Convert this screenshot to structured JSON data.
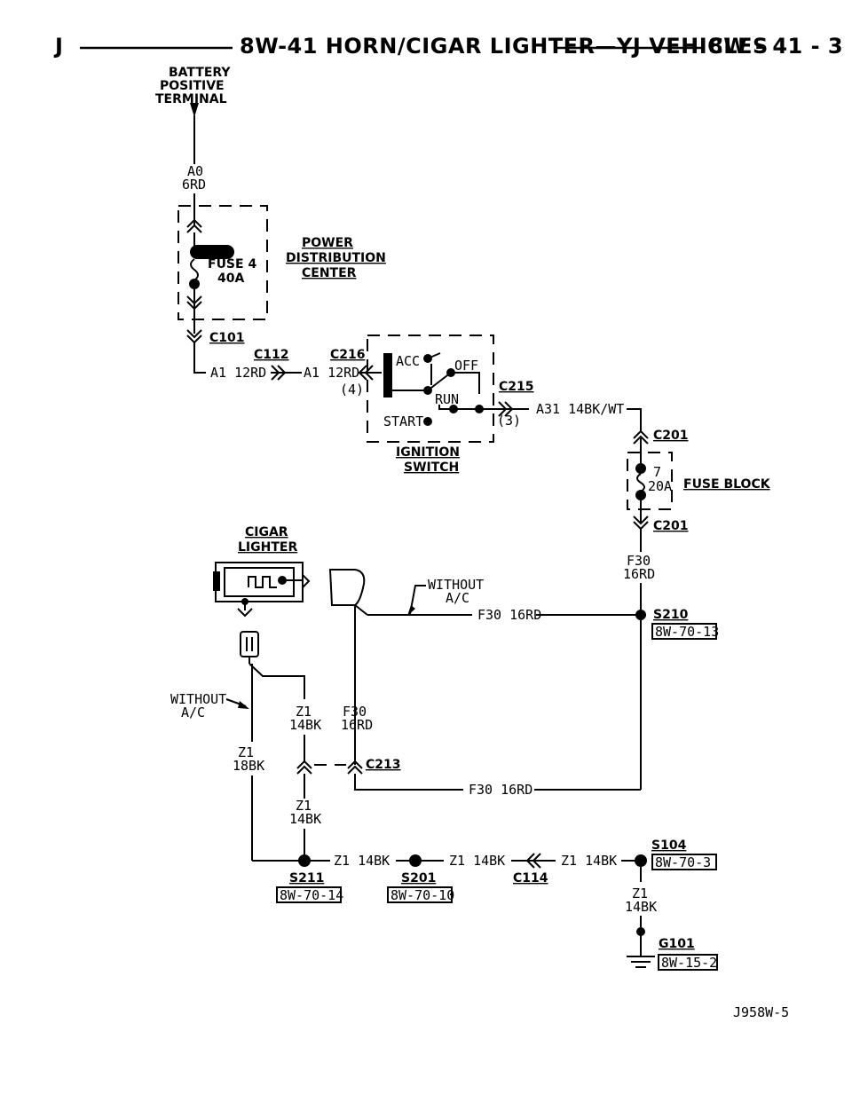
{
  "header": {
    "left": "J",
    "title": "8W-41 HORN/CIGAR LIGHTER—YJ VEHICLES",
    "right": "8W - 41 - 3"
  },
  "diagram": {
    "battery": [
      "BATTERY",
      "POSITIVE",
      "TERMINAL"
    ],
    "wire_a0": [
      "A0",
      "6RD"
    ],
    "fuse4": [
      "FUSE 4",
      "40A"
    ],
    "pdc": [
      "POWER",
      "DISTRIBUTION",
      "CENTER"
    ],
    "c101": "C101",
    "c112": "C112",
    "c216": "C216",
    "a1_left": "A1 12RD",
    "a1_right": "A1 12RD",
    "pin4": "(4)",
    "acc": "ACC",
    "off": "OFF",
    "run": "RUN",
    "start": "START",
    "c215": "C215",
    "pin3": "(3)",
    "a31": "A31 14BK/WT",
    "ignition": [
      "IGNITION",
      "SWITCH"
    ],
    "c201_top": "C201",
    "fuse7": [
      "7",
      "20A"
    ],
    "fuse_block": "FUSE BLOCK",
    "c201_bot": "C201",
    "f30_16rd_v": [
      "F30",
      "16RD"
    ],
    "cigar": [
      "CIGAR",
      "LIGHTER"
    ],
    "without_ac_top": [
      "WITHOUT",
      "A/C"
    ],
    "f30_16rd_top": "F30 16RD",
    "s210": "S210",
    "s210_ref": "8W-70-13",
    "without_ac_left": [
      "WITHOUT",
      "A/C"
    ],
    "z1_14bk_a": [
      "Z1",
      "14BK"
    ],
    "f30_16rd_mid": [
      "F30",
      "16RD"
    ],
    "z1_18bk": [
      "Z1",
      "18BK"
    ],
    "c213": "C213",
    "f30_16rd_bot": "F30 16RD",
    "z1_14bk_b": [
      "Z1",
      "14BK"
    ],
    "z1_14bk_h1": "Z1 14BK",
    "z1_14bk_h2": "Z1 14BK",
    "z1_14bk_h3": "Z1 14BK",
    "s104": "S104",
    "s104_ref": "8W-70-3",
    "s211": "S211",
    "s211_ref": "8W-70-14",
    "s201": "S201",
    "s201_ref": "8W-70-10",
    "c114": "C114",
    "z1_14bk_c": [
      "Z1",
      "14BK"
    ],
    "g101": "G101",
    "g101_ref": "8W-15-2",
    "figure_id": "J958W-5"
  }
}
